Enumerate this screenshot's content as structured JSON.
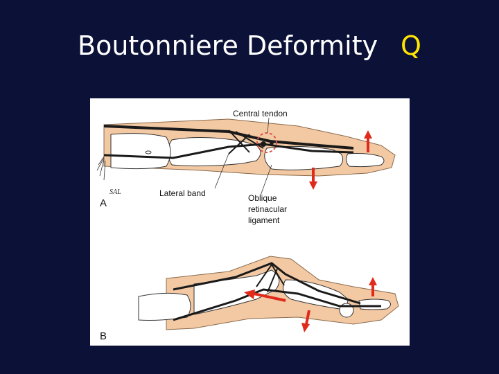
{
  "slide": {
    "title": "Boutonniere Deformity",
    "badge": "Q"
  },
  "colors": {
    "background": "#0b1137",
    "badge": "#ffe500",
    "skin": "#f3c9a4",
    "arrow": "#e02a1c"
  },
  "figure": {
    "panel_a": {
      "label": "A",
      "annotations": {
        "central_tendon": "Central tendon",
        "lateral_band": "Lateral band",
        "oblique_line1": "Oblique",
        "oblique_line2": "retinacular",
        "oblique_line3": "ligament"
      },
      "signature": "SAL"
    },
    "panel_b": {
      "label": "B"
    },
    "icons": [
      "arrow-up-icon",
      "arrow-down-icon",
      "arrow-left-icon"
    ]
  }
}
